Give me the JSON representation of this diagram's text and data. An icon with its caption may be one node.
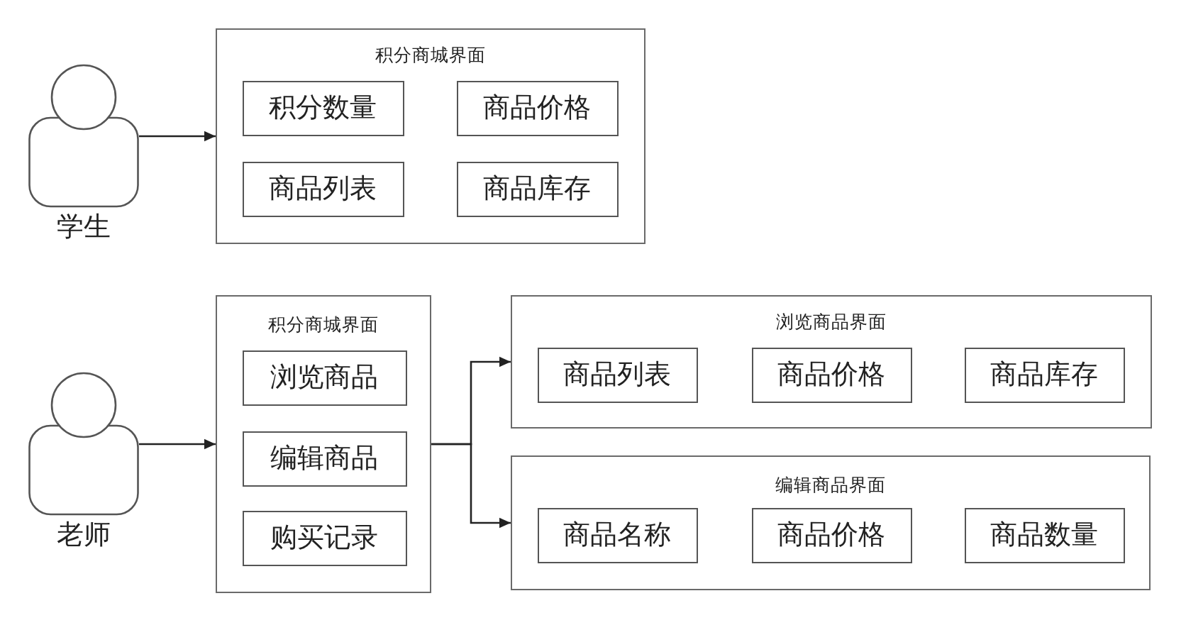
{
  "diagram": {
    "nodes": [
      {
        "text": [
          "学生"
        ]
      },
      {
        "text": [
          "积分商城界面"
        ]
      },
      {
        "text": [
          "积分数量"
        ],
        "in": 1
      },
      {
        "text": [
          "商品价格"
        ],
        "in": 1
      },
      {
        "text": [
          "商品列表"
        ],
        "in": 1
      },
      {
        "text": [
          "商品库存"
        ],
        "in": 1
      },
      {
        "text": [
          "老师"
        ]
      },
      {
        "text": [
          "积分商城界面"
        ]
      },
      {
        "text": [
          "浏览商品"
        ],
        "in": 7
      },
      {
        "text": [
          "编辑商品"
        ],
        "in": 7
      },
      {
        "text": [
          "购买记录"
        ],
        "in": 7
      },
      {
        "text": [
          "浏览商品界面"
        ]
      },
      {
        "text": [
          "商品列表"
        ],
        "in": 11
      },
      {
        "text": [
          "商品价格"
        ],
        "in": 11
      },
      {
        "text": [
          "商品库存"
        ],
        "in": 11
      },
      {
        "text": [
          "编辑商品界面"
        ]
      },
      {
        "text": [
          "商品名称"
        ],
        "in": 15
      },
      {
        "text": [
          "商品价格"
        ],
        "in": 15
      },
      {
        "text": [
          "商品数量"
        ],
        "in": 15
      }
    ],
    "edges": [
      {
        "from": 0,
        "to": 1,
        "arrow": "to"
      },
      {
        "from": 6,
        "to": 7,
        "arrow": "to"
      },
      {
        "from": 7,
        "to": 11,
        "arrow": "to"
      },
      {
        "from": 7,
        "to": 15,
        "arrow": "to"
      }
    ]
  }
}
